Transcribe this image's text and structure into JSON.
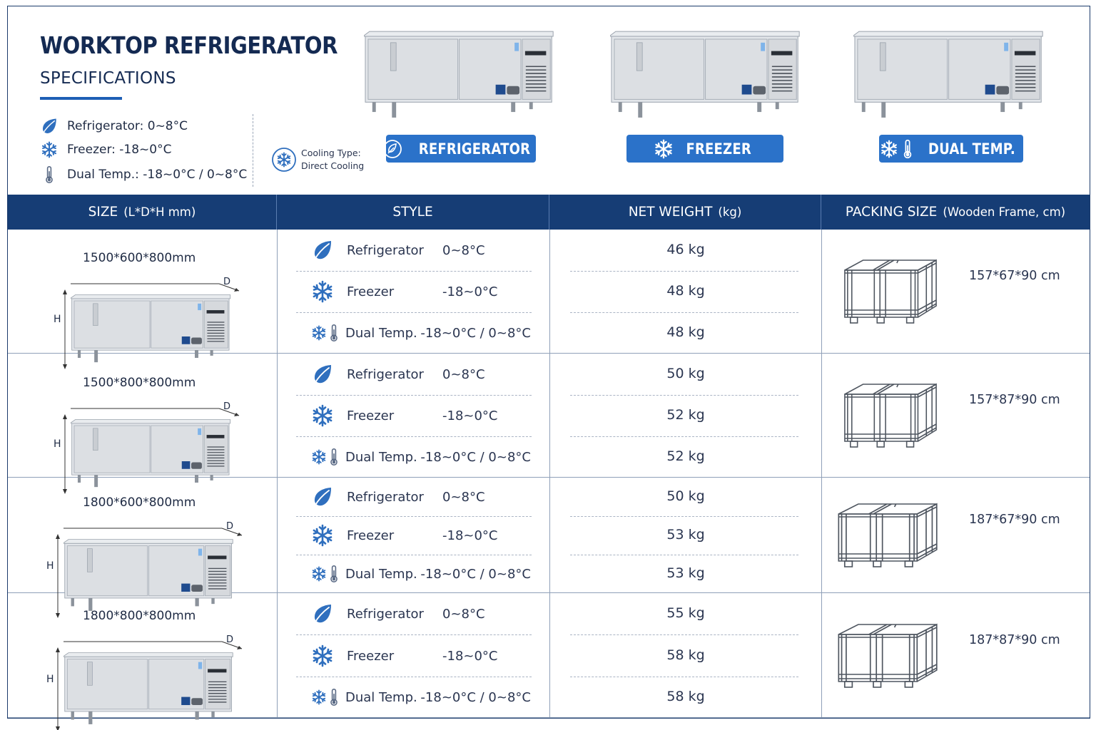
{
  "header": {
    "title": "WORKTOP REFRIGERATOR",
    "subtitle": "SPECIFICATIONS",
    "specs": [
      {
        "icon": "leaf-icon",
        "text": "Refrigerator: 0~8°C"
      },
      {
        "icon": "snowflake-icon",
        "text": "Freezer:  -18~0°C"
      },
      {
        "icon": "thermometer-icon",
        "text": "Dual Temp.: -18~0°C / 0~8°C"
      }
    ],
    "cooling": {
      "line1": "Cooling Type:",
      "line2": "Direct Cooling"
    },
    "badges": [
      "REFRIGERATOR",
      "FREEZER",
      "DUAL TEMP."
    ]
  },
  "colors": {
    "navy": "#163d75",
    "accent": "#2b72c9",
    "title": "#142a52",
    "icon": "#2f6fbe"
  },
  "table": {
    "headers": [
      {
        "main": "SIZE",
        "sub": "(L*D*H mm)"
      },
      {
        "main": "STYLE",
        "sub": ""
      },
      {
        "main": "NET WEIGHT",
        "sub": "(kg)"
      },
      {
        "main": "PACKING SIZE",
        "sub": "(Wooden Frame, cm)"
      }
    ],
    "dim_labels": {
      "h": "H",
      "d": "D"
    },
    "rows": [
      {
        "size": "1500*600*800mm",
        "packing": "157*67*90 cm",
        "styles": [
          {
            "icon": "leaf-icon",
            "name": "Refrigerator",
            "temp": "0~8°C",
            "weight": "46 kg"
          },
          {
            "icon": "snowflake-icon",
            "name": "Freezer",
            "temp": "-18~0°C",
            "weight": "48 kg"
          },
          {
            "icon": "dual-temp-icon",
            "name": "Dual Temp.",
            "temp": "-18~0°C / 0~8°C",
            "weight": "48 kg"
          }
        ]
      },
      {
        "size": "1500*800*800mm",
        "packing": "157*87*90 cm",
        "styles": [
          {
            "icon": "leaf-icon",
            "name": "Refrigerator",
            "temp": "0~8°C",
            "weight": "50 kg"
          },
          {
            "icon": "snowflake-icon",
            "name": "Freezer",
            "temp": "-18~0°C",
            "weight": "52 kg"
          },
          {
            "icon": "dual-temp-icon",
            "name": "Dual Temp.",
            "temp": "-18~0°C / 0~8°C",
            "weight": "52 kg"
          }
        ]
      },
      {
        "size": "1800*600*800mm",
        "packing": "187*67*90 cm",
        "styles": [
          {
            "icon": "leaf-icon",
            "name": "Refrigerator",
            "temp": "0~8°C",
            "weight": "50 kg"
          },
          {
            "icon": "snowflake-icon",
            "name": "Freezer",
            "temp": "-18~0°C",
            "weight": "53 kg"
          },
          {
            "icon": "dual-temp-icon",
            "name": "Dual Temp.",
            "temp": "-18~0°C / 0~8°C",
            "weight": "53 kg"
          }
        ]
      },
      {
        "size": "1800*800*800mm",
        "packing": "187*87*90 cm",
        "styles": [
          {
            "icon": "leaf-icon",
            "name": "Refrigerator",
            "temp": "0~8°C",
            "weight": "55 kg"
          },
          {
            "icon": "snowflake-icon",
            "name": "Freezer",
            "temp": "-18~0°C",
            "weight": "58 kg"
          },
          {
            "icon": "dual-temp-icon",
            "name": "Dual Temp.",
            "temp": "-18~0°C / 0~8°C",
            "weight": "58 kg"
          }
        ]
      }
    ]
  }
}
